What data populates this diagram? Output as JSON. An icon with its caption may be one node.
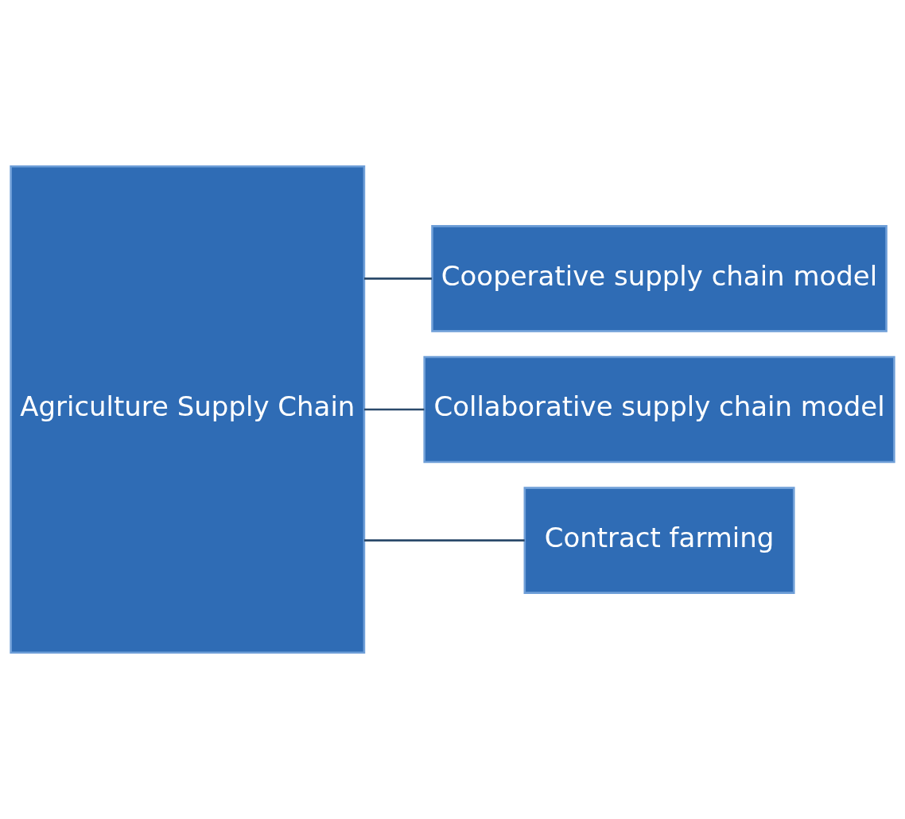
{
  "diagram": {
    "nodes": [
      {
        "text": [
          "Agriculture Supply Chain"
        ]
      },
      {
        "text": [
          "Cooperative supply chain model"
        ]
      },
      {
        "text": [
          "Collaborative supply chain model"
        ]
      },
      {
        "text": [
          "Contract farming"
        ]
      }
    ],
    "edges": [
      {
        "from": 0,
        "to": 1,
        "arrow": "none"
      },
      {
        "from": 0,
        "to": 2,
        "arrow": "none"
      },
      {
        "from": 0,
        "to": 3,
        "arrow": "none"
      }
    ]
  }
}
